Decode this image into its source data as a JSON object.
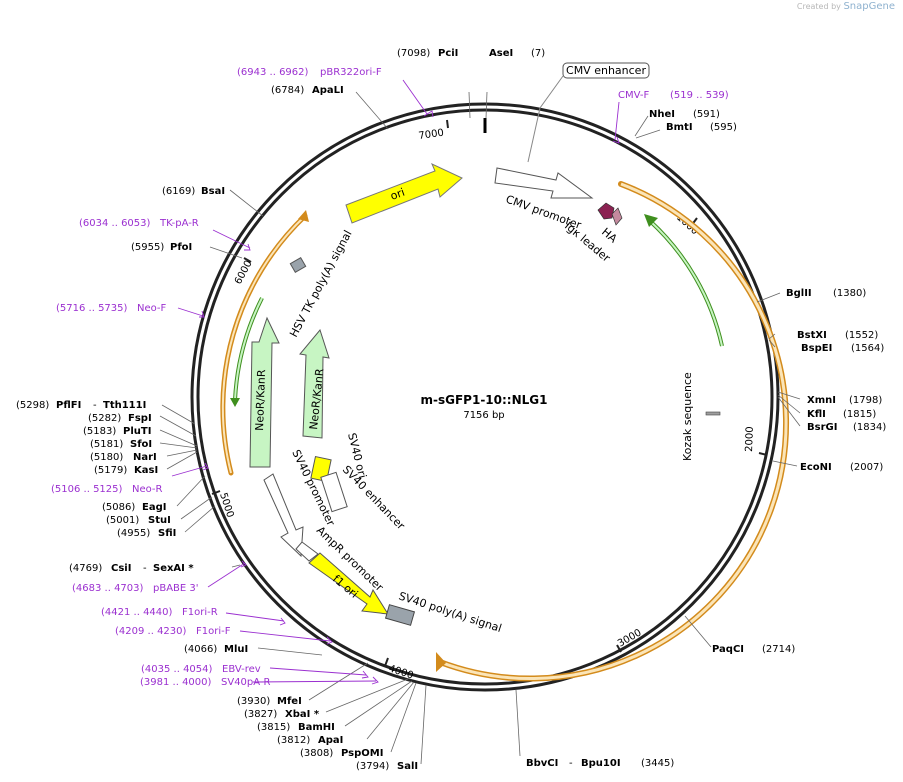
{
  "branding": {
    "created_by": "Created by",
    "app": "SnapGene"
  },
  "plasmid": {
    "name": "m-sGFP1-10::NLG1",
    "size_label": "7156 bp",
    "total_bp": 7156
  },
  "ticks": [
    "1000",
    "2000",
    "3000",
    "4000",
    "5000",
    "6000",
    "7000"
  ],
  "colors": {
    "primer": "#9b30d0",
    "site_bold": "#000000",
    "ori": "#ffff00",
    "neo": "#c7f5c3",
    "orf_outline": "#d38b1c",
    "orf_fill": "#fbe5b8",
    "green_arrow": "#3f8f1e",
    "kozak": "#9e9e9e",
    "polyA": "#9aa3ab",
    "igk": "#8b2252",
    "ha": "#c48a9e"
  },
  "sites_right": [
    {
      "name": "NheI",
      "pos": "(591)"
    },
    {
      "name": "BmtI",
      "pos": "(595)"
    },
    {
      "name": "BglII",
      "pos": "(1380)"
    },
    {
      "name": "BstXI",
      "pos": "(1552)"
    },
    {
      "name": "BspEI",
      "pos": "(1564)"
    },
    {
      "name": "XmnI",
      "pos": "(1798)"
    },
    {
      "name": "KflI",
      "pos": "(1815)"
    },
    {
      "name": "BsrGI",
      "pos": "(1834)"
    },
    {
      "name": "EcoNI",
      "pos": "(2007)"
    },
    {
      "name": "PaqCI",
      "pos": "(2714)"
    }
  ],
  "sites_bottom": [
    {
      "name": "BbvCI",
      "name2": "Bpu10I",
      "pos": "(3445)"
    }
  ],
  "sites_left": [
    {
      "name": "ApaLI",
      "pos": "(6784)"
    },
    {
      "name": "BsaI",
      "pos": "(6169)"
    },
    {
      "name": "PfoI",
      "pos": "(5955)"
    },
    {
      "name": "PflFI",
      "name2": "Tth111I",
      "pos": "(5298)"
    },
    {
      "name": "FspI",
      "pos": "(5282)"
    },
    {
      "name": "PluTI",
      "pos": "(5183)"
    },
    {
      "name": "SfoI",
      "pos": "(5181)"
    },
    {
      "name": "NarI",
      "pos": "(5180)"
    },
    {
      "name": "KasI",
      "pos": "(5179)"
    },
    {
      "name": "EagI",
      "pos": "(5086)"
    },
    {
      "name": "StuI",
      "pos": "(5001)"
    },
    {
      "name": "SfiI",
      "pos": "(4955)"
    },
    {
      "name": "CsiI",
      "name2": "SexAI *",
      "pos": "(4769)"
    },
    {
      "name": "MluI",
      "pos": "(4066)"
    },
    {
      "name": "MfeI",
      "pos": "(3930)"
    },
    {
      "name": "XbaI *",
      "pos": "(3827)"
    },
    {
      "name": "BamHI",
      "pos": "(3815)"
    },
    {
      "name": "ApaI",
      "pos": "(3812)"
    },
    {
      "name": "PspOMI",
      "pos": "(3808)"
    },
    {
      "name": "SalI",
      "pos": "(3794)"
    }
  ],
  "sites_top": [
    {
      "name": "PciI",
      "pos": "(7098)"
    },
    {
      "name": "AseI",
      "pos": "(7)"
    }
  ],
  "primers": [
    {
      "range": "(6943 .. 6962)",
      "name": "pBR322ori-F"
    },
    {
      "range": "(519 .. 539)",
      "name": "CMV-F"
    },
    {
      "range": "(6034 .. 6053)",
      "name": "TK-pA-R"
    },
    {
      "range": "(5716 .. 5735)",
      "name": "Neo-F"
    },
    {
      "range": "(5106 .. 5125)",
      "name": "Neo-R"
    },
    {
      "range": "(4683 .. 4703)",
      "name": "pBABE 3'"
    },
    {
      "range": "(4421 .. 4440)",
      "name": "F1ori-R"
    },
    {
      "range": "(4209 .. 4230)",
      "name": "F1ori-F"
    },
    {
      "range": "(4035 .. 4054)",
      "name": "EBV-rev"
    },
    {
      "range": "(3981 .. 4000)",
      "name": "SV40pA-R"
    }
  ],
  "features": {
    "cmv_enhancer": "CMV enhancer",
    "cmv_promoter": "CMV promoter",
    "igk_leader": "Igκ leader",
    "ha": "HA",
    "kozak": "Kozak sequence",
    "ori": "ori",
    "hsv_tk": "HSV TK poly(A) signal",
    "neo1": "NeoR/KanR",
    "neo2": "NeoR/KanR",
    "sv40_ori": "SV40 ori",
    "sv40_enh": "SV40 enhancer",
    "sv40_prom": "SV40 promoter",
    "ampr_prom": "AmpR promoter",
    "f1_ori": "f1 ori",
    "sv40_polya": "SV40 poly(A) signal"
  }
}
